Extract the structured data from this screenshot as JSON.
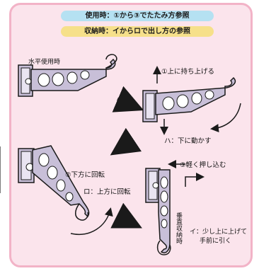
{
  "header": {
    "usage_instruction": "使用時：①から③でたたみ方参照",
    "storage_instruction": "収納時：イからロで出し方の参照"
  },
  "labels": {
    "horizontal_use": "水平使用時",
    "step1": "①上に持ち上げる",
    "step_ha": "ハ：下に動かす",
    "step2": "②下方に回転",
    "step_ro": "ロ：上方に回転",
    "step3": "③軽く押し込む",
    "vertical_storage": "垂直収納時",
    "step_i_line1": "イ：少し上に上げて",
    "step_i_line2": "手前に引く"
  },
  "colors": {
    "card_bg": "#fbe4ec",
    "card_border": "#f2b3c7",
    "pill_blue": "#b5e1f2",
    "pill_yellow": "#f6e08a",
    "bracket_fill": "#c8bfd8",
    "outline": "#1a1a1a"
  }
}
